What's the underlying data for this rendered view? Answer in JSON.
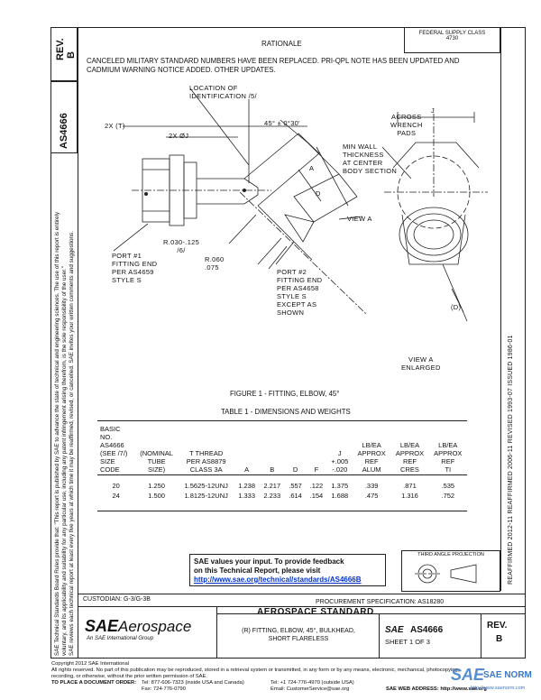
{
  "left_strip": {
    "rev_label": "REV.",
    "rev_value": "B",
    "doc_number": "AS4666",
    "notice_lines": [
      "SAE Technical Standards Board Rules provide that: \"This report is published by SAE to advance the state of technical and engineering sciences. The use of this report is entirely",
      "voluntary, and its applicability and suitability for any particular use, including any patent infringement arising therefrom, is the sole responsibility of the user.\"",
      "SAE reviews each technical report at least every five years at which time it may be reaffirmed, revised, or cancelled. SAE invites your written comments and suggestions."
    ]
  },
  "right_strip": {
    "dates": "REAFFIRMED 2012-11    REAFFIRMED 2006-11    REVISED 1993-07    ISSUED 1986-01"
  },
  "header": {
    "rationale_title": "RATIONALE",
    "fed_box": "FEDERAL SUPPLY CLASS\n4730",
    "rationale_text": "CANCELED MILITARY STANDARD NUMBERS HAVE BEEN REPLACED.  PRI-QPL NOTE HAS BEEN UPDATED AND CADMIUM WARNING NOTICE ADDED.  OTHER UPDATES."
  },
  "drawing": {
    "loc_ident": "LOCATION OF\nIDENTIFICATION  /5/",
    "dim_2x_t": "2X (T)",
    "dim_2x_phi": "2X ØJ",
    "angle": "45° ± 0°30'",
    "across_wrench": "ACROSS\nWRENCH\nPADS",
    "dim_j": "J",
    "min_wall": "MIN WALL\nTHICKNESS\nAT CENTER\nBODY SECTION",
    "dim_a": "A",
    "dim_d": "D",
    "view_a_arrow": "VIEW A",
    "radius_1": "R.030-.125\n/6/",
    "radius_2": "R.060\n.075",
    "port1": "PORT #1\nFITTING END\nPER AS4659\nSTYLE S",
    "port2": "PORT #2\nFITTING END\nPER AS4658\nSTYLE S\nEXCEPT AS\nSHOWN",
    "dim_d_right": "(D)",
    "view_a_label": "VIEW A\nENLARGED",
    "figure_caption": "FIGURE 1 - FITTING, ELBOW, 45°"
  },
  "table": {
    "title": "TABLE 1 - DIMENSIONS AND WEIGHTS",
    "headers": [
      "BASIC\nNO.\nAS4666\n(SEE /7/)\nSIZE\nCODE",
      "(NOMINAL\nTUBE\nSIZE)",
      "T THREAD\nPER AS8879\nCLASS 3A",
      "A",
      "B",
      "D",
      "F",
      "J\n+.005\n-.020",
      "LB/EA\nAPPROX\nREF\nALUM",
      "LB/EA\nAPPROX\nREF\nCRES",
      "LB/EA\nAPPROX\nREF\nTI"
    ],
    "rows": [
      [
        "20",
        "1.250",
        "1.5625-12UNJ",
        "1.238",
        "2.217",
        ".557",
        ".122",
        "1.375",
        ".339",
        ".871",
        ".535"
      ],
      [
        "24",
        "1.500",
        "1.8125-12UNJ",
        "1.333",
        "2.233",
        ".614",
        ".154",
        "1.688",
        ".475",
        "1.316",
        ".752"
      ]
    ]
  },
  "feedback": {
    "line1": "SAE values your input. To provide feedback",
    "line2": "on this Technical Report, please visit",
    "link": "http://www.sae.org/technical/standards/AS4666B"
  },
  "projection": {
    "label": "THIRD ANGLE PROJECTION"
  },
  "title_block": {
    "custodian": "CUSTODIAN:  G-3/G-3B",
    "procurement": "PROCUREMENT SPECIFICATION: AS18280",
    "logo_sae": "SAE",
    "logo_aero": "Aerospace",
    "logo_sub": "An SAE International Group",
    "std_title": "AEROSPACE STANDARD",
    "desc_line1": "(R) FITTING, ELBOW, 45°, BULKHEAD,",
    "desc_line2": "SHORT FLARELESS",
    "sae_small": "SAE",
    "doc_number": "AS4666",
    "sheet": "SHEET 1 OF 3",
    "rev_label": "REV.",
    "rev_value": "B"
  },
  "footer": {
    "lines_left": [
      "Copyright 2012 SAE International",
      "All rights reserved. No part of this publication may be reproduced, stored in a retrieval system or transmitted, in any form or by any means, electronic, mechanical, photocopying,",
      "recording, or otherwise, without the prior written permission of SAE."
    ],
    "order_label": "TO PLACE A DOCUMENT ORDER:",
    "tel": "Tel:   877-606-7323 (inside USA and Canada)",
    "tel2": "Tel:   +1 724-776-4970 (outside USA)",
    "fax": "Fax:   724-776-0790",
    "email": "Email: CustomerService@sae.org",
    "web": "SAE WEB ADDRESS:  http://www.sae.org",
    "watermark_sae": "SAE",
    "watermark_norm": "SAE NORM",
    "watermark_url": "http://www.saenorm.com"
  }
}
